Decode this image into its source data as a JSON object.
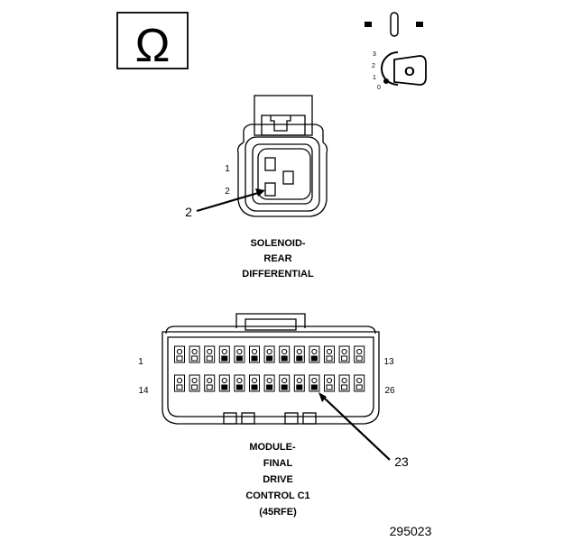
{
  "symbols": {
    "ohm": "Ω",
    "key_positions": [
      "3",
      "2",
      "1",
      "0"
    ],
    "key_letter": "O"
  },
  "solenoid": {
    "caption": [
      "SOLENOID-",
      "REAR",
      "DIFFERENTIAL"
    ],
    "pin1": "1",
    "pin2": "2",
    "callout": "2"
  },
  "module": {
    "caption": [
      "MODULE-",
      "FINAL",
      "DRIVE",
      "CONTROL C1",
      "(45RFE)"
    ],
    "pin1": "1",
    "pin13": "13",
    "pin14": "14",
    "pin26": "26",
    "callout": "23"
  },
  "figure_number": "295023"
}
